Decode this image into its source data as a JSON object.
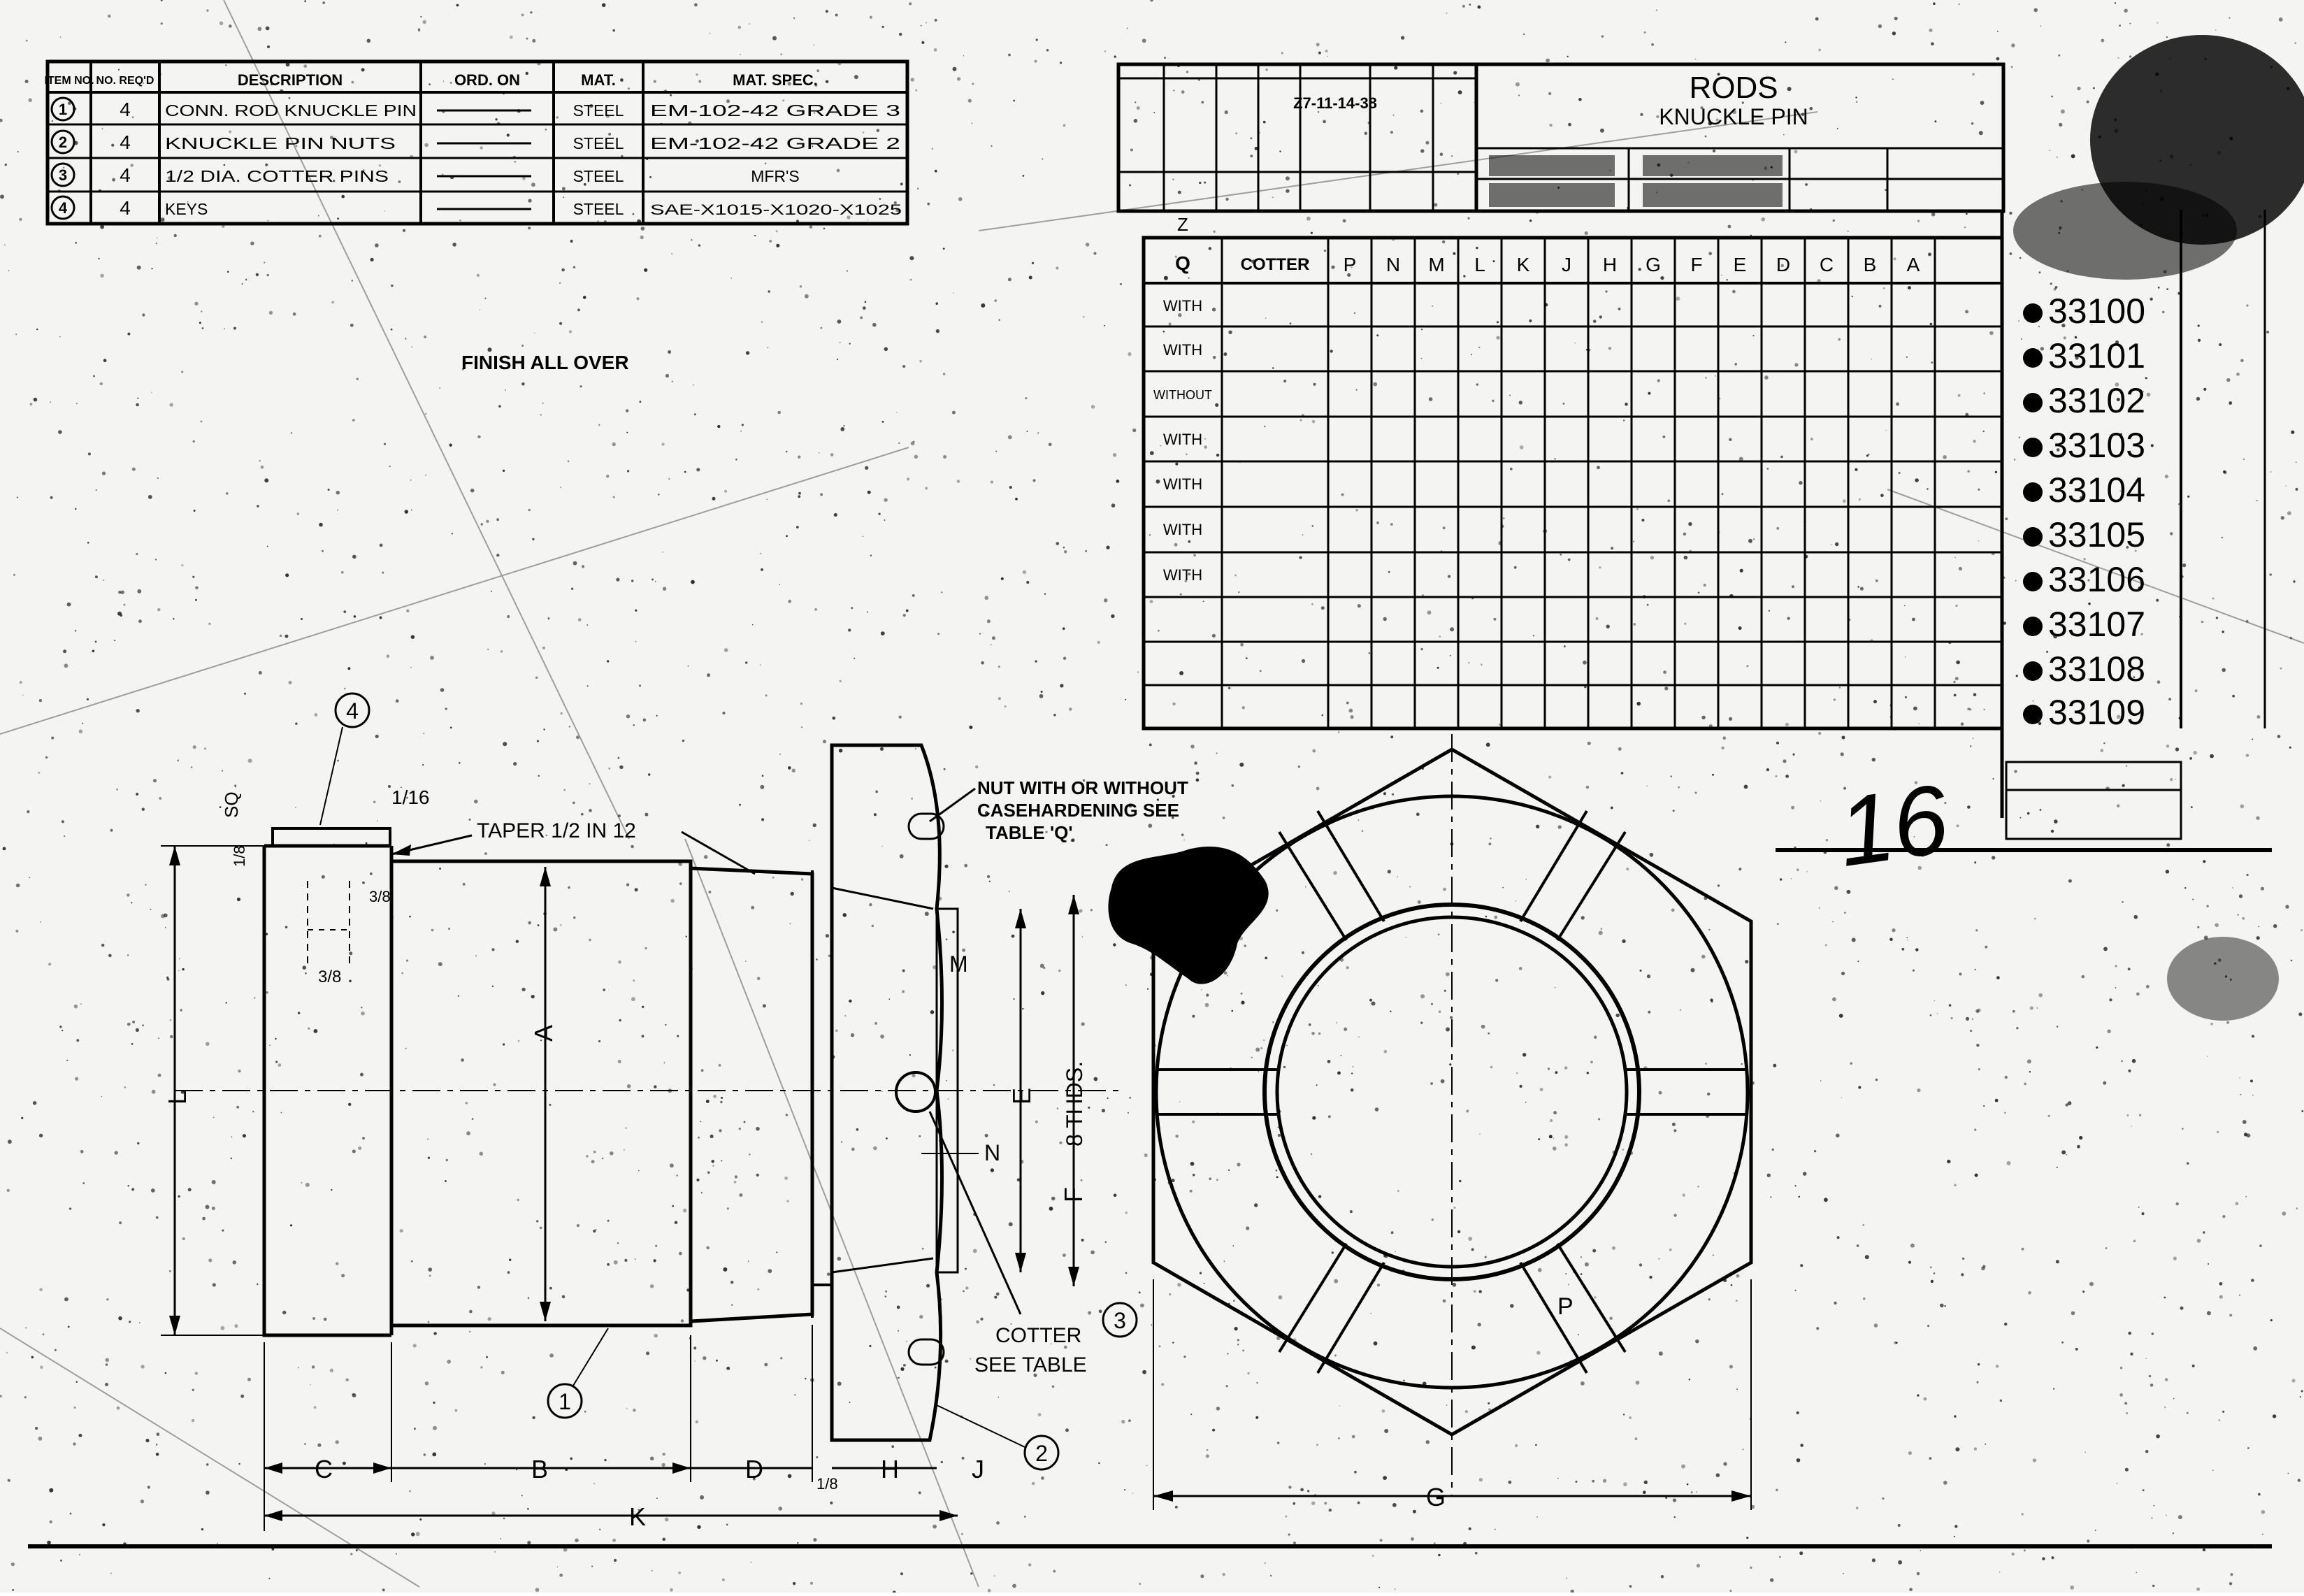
{
  "parts_list": {
    "headers": [
      "ITEM NO.",
      "NO. REQ'D",
      "DESCRIPTION",
      "ORD. ON",
      "MAT.",
      "MAT. SPEC."
    ],
    "rows": [
      {
        "item": "1",
        "qty": "4",
        "description": "CONN. ROD KNUCKLE PIN",
        "ord_on": "",
        "mat": "STEEL",
        "spec": "EM-102-42 GRADE 3"
      },
      {
        "item": "2",
        "qty": "4",
        "description": "KNUCKLE PIN NUTS",
        "ord_on": "",
        "mat": "STEEL",
        "spec": "EM-102-42 GRADE 2"
      },
      {
        "item": "3",
        "qty": "4",
        "description": "1/2 DIA. COTTER PINS",
        "ord_on": "",
        "mat": "STEEL",
        "spec": "MFR'S"
      },
      {
        "item": "4",
        "qty": "4",
        "description": "KEYS",
        "ord_on": "",
        "mat": "STEEL",
        "spec": "SAE-X1015-X1020-X1025"
      }
    ]
  },
  "title_block": {
    "date": "Z7-11-14-38",
    "title_line1": "RODS",
    "title_line2": "KNUCKLE PIN"
  },
  "dimension_table": {
    "headers": [
      "Q",
      "COTTER",
      "P",
      "N",
      "M",
      "L",
      "K",
      "J",
      "H",
      "G",
      "F",
      "E",
      "D",
      "C",
      "B",
      "A"
    ],
    "rows": [
      {
        "q": "WITH",
        "pattern": "33100"
      },
      {
        "q": "WITH",
        "pattern": "33101"
      },
      {
        "q": "WITHOUT",
        "pattern": "33102"
      },
      {
        "q": "WITH",
        "pattern": "33103"
      },
      {
        "q": "WITH",
        "pattern": "33104"
      },
      {
        "q": "WITH",
        "pattern": "33105"
      },
      {
        "q": "WITH",
        "pattern": "33106"
      },
      {
        "q": "",
        "pattern": "33107"
      },
      {
        "q": "",
        "pattern": "33108"
      },
      {
        "q": "",
        "pattern": "33109"
      }
    ],
    "column_letter": "Z"
  },
  "notes": {
    "finish": "FINISH ALL OVER",
    "taper": "TAPER  1/2  IN 12",
    "nut_line1": "NUT WITH OR WITHOUT",
    "nut_line2": "CASEHARDENING SEE",
    "nut_line3": "TABLE 'Q'",
    "cotter_line1": "COTTER",
    "cotter_line2": "SEE TABLE",
    "threads": "8  THDS.",
    "handwritten": "16"
  },
  "dimension_labels": {
    "A": "A",
    "B": "B",
    "C": "C",
    "D": "D",
    "E": "E",
    "F": "F",
    "G": "G",
    "H": "H",
    "J": "J",
    "K": "K",
    "L": "L",
    "M": "M",
    "N": "N",
    "P": "P",
    "sq": "SQ",
    "sixteenth": "1/16",
    "three_eighths": "3/8",
    "eighth": "1/8"
  },
  "callouts": [
    "1",
    "2",
    "3",
    "4"
  ]
}
